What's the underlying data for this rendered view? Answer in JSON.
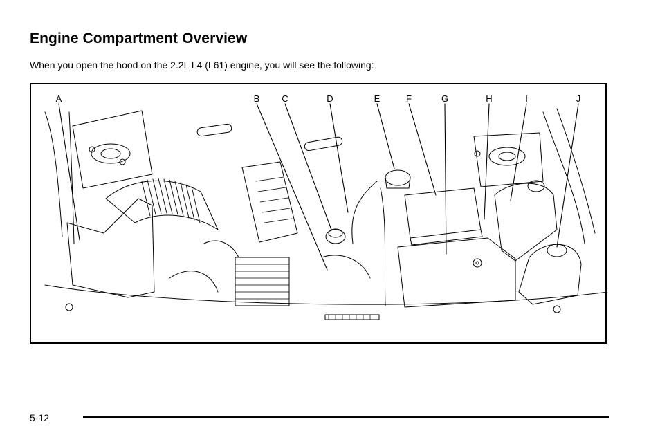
{
  "page": {
    "title": "Engine Compartment Overview",
    "intro": "When you open the hood on the 2.2L L4 (L61) engine, you will see the following:",
    "page_number": "5-12"
  },
  "figure": {
    "callouts": [
      {
        "id": "callout-a",
        "label": "A"
      },
      {
        "id": "callout-b",
        "label": "B"
      },
      {
        "id": "callout-c",
        "label": "C"
      },
      {
        "id": "callout-d",
        "label": "D"
      },
      {
        "id": "callout-e",
        "label": "E"
      },
      {
        "id": "callout-f",
        "label": "F"
      },
      {
        "id": "callout-g",
        "label": "G"
      },
      {
        "id": "callout-h",
        "label": "H"
      },
      {
        "id": "callout-i",
        "label": "I"
      },
      {
        "id": "callout-j",
        "label": "J"
      }
    ]
  }
}
